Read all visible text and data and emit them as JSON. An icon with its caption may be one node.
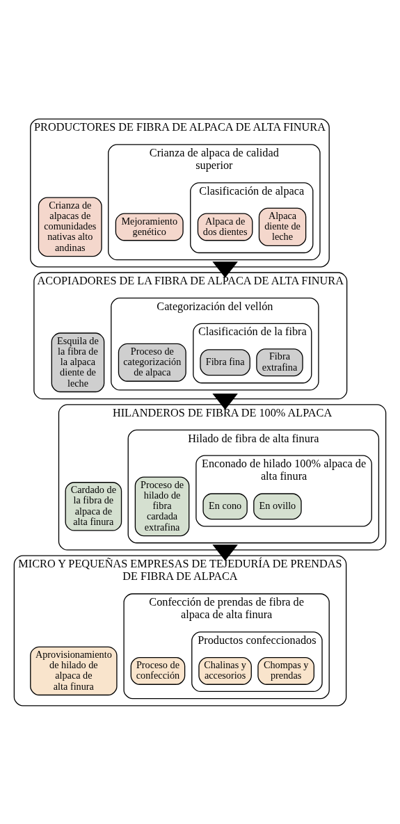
{
  "diagram": {
    "nodes": [
      {
        "text": [
          "PRODUCTORES DE FIBRA DE ALPACA DE ALTA FINURA"
        ]
      },
      {
        "text": [
          "Crianza de alpacas de comunidades nativas alto andinas"
        ],
        "in": 0
      },
      {
        "text": [
          "Crianza de alpaca de calidad superior"
        ],
        "in": 0
      },
      {
        "text": [
          "Mejoramiento genético"
        ],
        "in": 2
      },
      {
        "text": [
          "Clasificación de alpaca"
        ],
        "in": 2
      },
      {
        "text": [
          "Alpaca de dos dientes"
        ],
        "in": 4
      },
      {
        "text": [
          "Alpaca diente de leche"
        ],
        "in": 4
      },
      {
        "text": [
          "ACOPIADORES DE LA FIBRA DE ALPACA DE ALTA FINURA"
        ]
      },
      {
        "text": [
          "Esquila de la fibra de la alpaca diente de leche"
        ],
        "in": 7
      },
      {
        "text": [
          "Categorización del vellón"
        ],
        "in": 7
      },
      {
        "text": [
          "Proceso de categorización de alpaca"
        ],
        "in": 9
      },
      {
        "text": [
          "Clasificación de la fibra"
        ],
        "in": 9
      },
      {
        "text": [
          "Fibra fina"
        ],
        "in": 11
      },
      {
        "text": [
          "Fibra extrafina"
        ],
        "in": 11
      },
      {
        "text": [
          "HILANDEROS DE FIBRA DE 100% ALPACA"
        ]
      },
      {
        "text": [
          "Cardado de la fibra de alpaca de alta finura"
        ],
        "in": 14
      },
      {
        "text": [
          "Hilado de fibra de alta finura"
        ],
        "in": 14
      },
      {
        "text": [
          "Proceso de hilado de fibra cardada extrafina"
        ],
        "in": 16
      },
      {
        "text": [
          "Enconado de hilado 100% alpaca de alta finura"
        ],
        "in": 16
      },
      {
        "text": [
          "En cono"
        ],
        "in": 18
      },
      {
        "text": [
          "En ovillo"
        ],
        "in": 18
      },
      {
        "text": [
          "MICRO Y PEQUEÑAS EMPRESAS DE TEJEDURÍA DE PRENDAS DE FIBRA DE ALPACA"
        ]
      },
      {
        "text": [
          "Aprovisionamiento de hilado de alpaca de alta finura"
        ],
        "in": 21
      },
      {
        "text": [
          "Confección de prendas de fibra de alpaca de alta finura"
        ],
        "in": 21
      },
      {
        "text": [
          "Proceso de confección"
        ],
        "in": 23
      },
      {
        "text": [
          "Productos confeccionados"
        ],
        "in": 23
      },
      {
        "text": [
          "Chalinas y accesorios"
        ],
        "in": 25
      },
      {
        "text": [
          "Chompas y prendas"
        ],
        "in": 25
      }
    ],
    "edges": [
      {
        "from": 0,
        "to": 7,
        "arrow": "to",
        "style": "thick"
      },
      {
        "from": 7,
        "to": 14,
        "arrow": "to",
        "style": "thick"
      },
      {
        "from": 14,
        "to": 21,
        "arrow": "to",
        "style": "thick"
      }
    ]
  }
}
